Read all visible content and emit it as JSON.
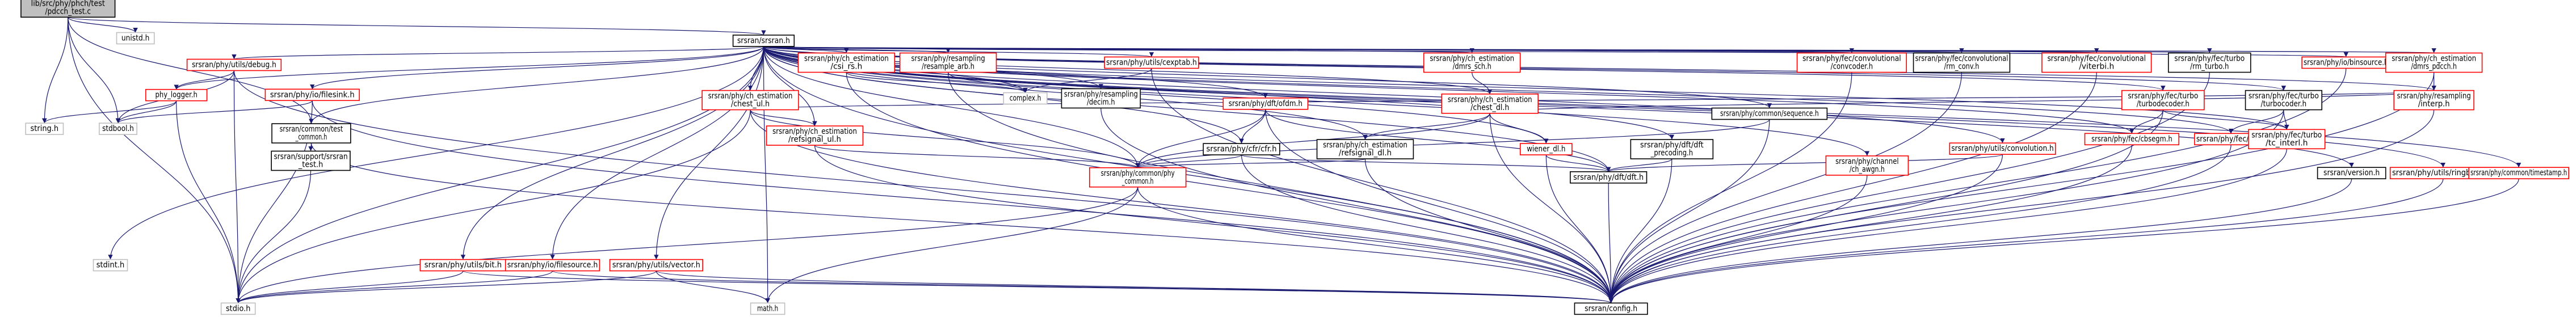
{
  "nodes": [
    {
      "id": "root",
      "lines": [
        "lib/src/phy/phch/test",
        "/pdcch_test.c"
      ],
      "style": "root"
    },
    {
      "id": "srsran",
      "lines": [
        "srsran/srsran.h"
      ],
      "style": "black"
    },
    {
      "id": "unistd",
      "lines": [
        "unistd.h"
      ],
      "style": "gray"
    },
    {
      "id": "debug",
      "lines": [
        "srsran/phy/utils/debug.h"
      ],
      "style": "red"
    },
    {
      "id": "phylogger",
      "lines": [
        "phy_logger.h"
      ],
      "style": "red"
    },
    {
      "id": "stringh",
      "lines": [
        "string.h"
      ],
      "style": "gray"
    },
    {
      "id": "stdboolh",
      "lines": [
        "stdbool.h"
      ],
      "style": "gray"
    },
    {
      "id": "filesink",
      "lines": [
        "srsran/phy/io/filesink.h"
      ],
      "style": "red"
    },
    {
      "id": "commontest",
      "lines": [
        "srsran/common/test",
        "_common.h"
      ],
      "style": "black"
    },
    {
      "id": "supporttest",
      "lines": [
        "srsran/support/srsran",
        "_test.h"
      ],
      "style": "black"
    },
    {
      "id": "utilsbit",
      "lines": [
        "srsran/phy/utils/bit.h"
      ],
      "style": "red"
    },
    {
      "id": "filesource",
      "lines": [
        "srsran/phy/io/filesource.h"
      ],
      "style": "red"
    },
    {
      "id": "vector",
      "lines": [
        "srsran/phy/utils/vector.h"
      ],
      "style": "red"
    },
    {
      "id": "stdioh",
      "lines": [
        "stdio.h"
      ],
      "style": "gray"
    },
    {
      "id": "stdinth",
      "lines": [
        "stdint.h"
      ],
      "style": "gray"
    },
    {
      "id": "mathh",
      "lines": [
        "math.h"
      ],
      "style": "gray"
    },
    {
      "id": "chest_csi",
      "lines": [
        "srsran/phy/ch_estimation",
        "/csi_rs.h"
      ],
      "style": "red"
    },
    {
      "id": "chest_ul",
      "lines": [
        "srsran/phy/ch_estimation",
        "/chest_ul.h"
      ],
      "style": "red"
    },
    {
      "id": "refsignal_ul",
      "lines": [
        "srsran/phy/ch_estimation",
        "/refsignal_ul.h"
      ],
      "style": "red"
    },
    {
      "id": "resample_arb",
      "lines": [
        "srsran/phy/resampling",
        "/resample_arb.h"
      ],
      "style": "red"
    },
    {
      "id": "complex",
      "lines": [
        "complex.h"
      ],
      "style": "gray"
    },
    {
      "id": "cexptab",
      "lines": [
        "srsran/phy/utils/cexptab.h"
      ],
      "style": "red"
    },
    {
      "id": "decim",
      "lines": [
        "srsran/phy/resampling",
        "/decim.h"
      ],
      "style": "black"
    },
    {
      "id": "ofdm",
      "lines": [
        "srsran/phy/dft/ofdm.h"
      ],
      "style": "red"
    },
    {
      "id": "cfr",
      "lines": [
        "srsran/phy/cfr/cfr.h"
      ],
      "style": "black"
    },
    {
      "id": "refsignal_dl",
      "lines": [
        "srsran/phy/ch_estimation",
        "/refsignal_dl.h"
      ],
      "style": "black"
    },
    {
      "id": "phy_common",
      "lines": [
        "srsran/phy/common/phy",
        "_common.h"
      ],
      "style": "red"
    },
    {
      "id": "dmrs_sch",
      "lines": [
        "srsran/phy/ch_estimation",
        "/dmrs_sch.h"
      ],
      "style": "red"
    },
    {
      "id": "chest_dl",
      "lines": [
        "srsran/phy/ch_estimation",
        "/chest_dl.h"
      ],
      "style": "red"
    },
    {
      "id": "wiener",
      "lines": [
        "wiener_dl.h"
      ],
      "style": "red"
    },
    {
      "id": "dft_precoding",
      "lines": [
        "srsran/phy/dft/dft",
        "_precoding.h"
      ],
      "style": "black"
    },
    {
      "id": "dft",
      "lines": [
        "srsran/phy/dft/dft.h"
      ],
      "style": "black"
    },
    {
      "id": "sequence",
      "lines": [
        "srsran/phy/common/sequence.h"
      ],
      "style": "black"
    },
    {
      "id": "ch_awgn",
      "lines": [
        "srsran/phy/channel",
        "/ch_awgn.h"
      ],
      "style": "red"
    },
    {
      "id": "convcoder",
      "lines": [
        "srsran/phy/fec/convolutional",
        "/convcoder.h"
      ],
      "style": "red"
    },
    {
      "id": "rm_conv",
      "lines": [
        "srsran/phy/fec/convolutional",
        "/rm_conv.h"
      ],
      "style": "black"
    },
    {
      "id": "convolution",
      "lines": [
        "srsran/phy/utils/convolution.h"
      ],
      "style": "red"
    },
    {
      "id": "viterbi",
      "lines": [
        "srsran/phy/fec/convolutional",
        "/viterbi.h"
      ],
      "style": "red"
    },
    {
      "id": "rm_turbo",
      "lines": [
        "srsran/phy/fec/turbo",
        "/rm_turbo.h"
      ],
      "style": "black"
    },
    {
      "id": "turbodecoder",
      "lines": [
        "srsran/phy/fec/turbo",
        "/turbodecoder.h"
      ],
      "style": "red"
    },
    {
      "id": "cbsegm",
      "lines": [
        "srsran/phy/fec/cbsegm.h"
      ],
      "style": "red"
    },
    {
      "id": "crc",
      "lines": [
        "srsran/phy/fec/crc.h"
      ],
      "style": "red"
    },
    {
      "id": "tc_interl",
      "lines": [
        "srsran/phy/fec/turbo",
        "/tc_interl.h"
      ],
      "style": "red"
    },
    {
      "id": "turbocoder",
      "lines": [
        "srsran/phy/fec/turbo",
        "/turbocoder.h"
      ],
      "style": "black"
    },
    {
      "id": "bitsource",
      "lines": [
        "srsran/phy/io/binsource.h"
      ],
      "style": "red"
    },
    {
      "id": "dmrs_pdcch",
      "lines": [
        "srsran/phy/ch_estimation",
        "/dmrs_pdcch.h"
      ],
      "style": "red"
    },
    {
      "id": "interp",
      "lines": [
        "srsran/phy/resampling",
        "/interp.h"
      ],
      "style": "red"
    },
    {
      "id": "version",
      "lines": [
        "srsran/version.h"
      ],
      "style": "black"
    },
    {
      "id": "ringbuffer",
      "lines": [
        "srsran/phy/utils/ringbuffer.h"
      ],
      "style": "red"
    },
    {
      "id": "timestamp",
      "lines": [
        "srsran/phy/common/timestamp.h"
      ],
      "style": "red"
    },
    {
      "id": "config",
      "lines": [
        "srsran/config.h"
      ],
      "style": "black"
    }
  ],
  "edges": [
    [
      "root",
      "srsran"
    ],
    [
      "root",
      "unistd"
    ],
    [
      "root",
      "stringh"
    ],
    [
      "root",
      "stdboolh"
    ],
    [
      "root",
      "stdioh"
    ],
    [
      "root",
      "commontest"
    ],
    [
      "srsran",
      "debug"
    ],
    [
      "srsran",
      "phylogger"
    ],
    [
      "srsran",
      "filesink"
    ],
    [
      "srsran",
      "commontest"
    ],
    [
      "srsran",
      "utilsbit"
    ],
    [
      "srsran",
      "filesource"
    ],
    [
      "srsran",
      "vector"
    ],
    [
      "srsran",
      "config"
    ],
    [
      "srsran",
      "stdioh"
    ],
    [
      "srsran",
      "stdinth"
    ],
    [
      "srsran",
      "mathh"
    ],
    [
      "srsran",
      "chest_csi"
    ],
    [
      "srsran",
      "chest_ul"
    ],
    [
      "srsran",
      "refsignal_ul"
    ],
    [
      "srsran",
      "resample_arb"
    ],
    [
      "srsran",
      "complex"
    ],
    [
      "srsran",
      "cexptab"
    ],
    [
      "srsran",
      "decim"
    ],
    [
      "srsran",
      "ofdm"
    ],
    [
      "srsran",
      "cfr"
    ],
    [
      "srsran",
      "refsignal_dl"
    ],
    [
      "srsran",
      "phy_common"
    ],
    [
      "srsran",
      "dmrs_sch"
    ],
    [
      "srsran",
      "chest_dl"
    ],
    [
      "srsran",
      "wiener"
    ],
    [
      "srsran",
      "dft_precoding"
    ],
    [
      "srsran",
      "dft"
    ],
    [
      "srsran",
      "sequence"
    ],
    [
      "srsran",
      "ch_awgn"
    ],
    [
      "srsran",
      "convcoder"
    ],
    [
      "srsran",
      "rm_conv"
    ],
    [
      "srsran",
      "convolution"
    ],
    [
      "srsran",
      "viterbi"
    ],
    [
      "srsran",
      "rm_turbo"
    ],
    [
      "srsran",
      "turbodecoder"
    ],
    [
      "srsran",
      "cbsegm"
    ],
    [
      "srsran",
      "crc"
    ],
    [
      "srsran",
      "tc_interl"
    ],
    [
      "srsran",
      "turbocoder"
    ],
    [
      "srsran",
      "bitsource"
    ],
    [
      "srsran",
      "dmrs_pdcch"
    ],
    [
      "srsran",
      "interp"
    ],
    [
      "srsran",
      "version"
    ],
    [
      "srsran",
      "ringbuffer"
    ],
    [
      "srsran",
      "timestamp"
    ],
    [
      "debug",
      "phylogger"
    ],
    [
      "debug",
      "stdioh"
    ],
    [
      "debug",
      "stdboolh"
    ],
    [
      "debug",
      "config"
    ],
    [
      "phylogger",
      "stdioh"
    ],
    [
      "phylogger",
      "stringh"
    ],
    [
      "phylogger",
      "stdboolh"
    ],
    [
      "filesink",
      "stdioh"
    ],
    [
      "filesink",
      "stdboolh"
    ],
    [
      "filesink",
      "config"
    ],
    [
      "commontest",
      "supporttest"
    ],
    [
      "commontest",
      "config"
    ],
    [
      "supporttest",
      "stdioh"
    ],
    [
      "utilsbit",
      "stdioh"
    ],
    [
      "utilsbit",
      "config"
    ],
    [
      "filesource",
      "stdioh"
    ],
    [
      "filesource",
      "config"
    ],
    [
      "vector",
      "stdioh"
    ],
    [
      "vector",
      "mathh"
    ],
    [
      "vector",
      "config"
    ],
    [
      "chest_csi",
      "complex"
    ],
    [
      "chest_csi",
      "config"
    ],
    [
      "chest_ul",
      "refsignal_ul"
    ],
    [
      "chest_ul",
      "stdioh"
    ],
    [
      "chest_ul",
      "config"
    ],
    [
      "chest_ul",
      "phy_common"
    ],
    [
      "chest_ul",
      "interp"
    ],
    [
      "refsignal_ul",
      "phy_common"
    ],
    [
      "refsignal_ul",
      "config"
    ],
    [
      "resample_arb",
      "complex"
    ],
    [
      "resample_arb",
      "config"
    ],
    [
      "cexptab",
      "complex"
    ],
    [
      "cexptab",
      "config"
    ],
    [
      "decim",
      "config"
    ],
    [
      "ofdm",
      "cfr"
    ],
    [
      "ofdm",
      "dft"
    ],
    [
      "ofdm",
      "phy_common"
    ],
    [
      "ofdm",
      "config"
    ],
    [
      "cfr",
      "dft"
    ],
    [
      "cfr",
      "phy_common"
    ],
    [
      "cfr",
      "config"
    ],
    [
      "refsignal_dl",
      "phy_common"
    ],
    [
      "refsignal_dl",
      "config"
    ],
    [
      "phy_common",
      "stdioh"
    ],
    [
      "phy_common",
      "mathh"
    ],
    [
      "phy_common",
      "config"
    ],
    [
      "dmrs_sch",
      "chest_dl"
    ],
    [
      "chest_dl",
      "refsignal_dl"
    ],
    [
      "chest_dl",
      "wiener"
    ],
    [
      "chest_dl",
      "interp"
    ],
    [
      "chest_dl",
      "phy_common"
    ],
    [
      "chest_dl",
      "config"
    ],
    [
      "wiener",
      "dft"
    ],
    [
      "wiener",
      "config"
    ],
    [
      "dft_precoding",
      "dft"
    ],
    [
      "dft_precoding",
      "config"
    ],
    [
      "dft",
      "config"
    ],
    [
      "sequence",
      "phy_common"
    ],
    [
      "sequence",
      "config"
    ],
    [
      "ch_awgn",
      "config"
    ],
    [
      "convcoder",
      "config"
    ],
    [
      "rm_conv",
      "config"
    ],
    [
      "convolution",
      "dft"
    ],
    [
      "convolution",
      "config"
    ],
    [
      "viterbi",
      "config"
    ],
    [
      "rm_turbo",
      "config"
    ],
    [
      "turbodecoder",
      "cbsegm"
    ],
    [
      "turbodecoder",
      "tc_interl"
    ],
    [
      "turbodecoder",
      "config"
    ],
    [
      "cbsegm",
      "config"
    ],
    [
      "crc",
      "config"
    ],
    [
      "tc_interl",
      "config"
    ],
    [
      "turbocoder",
      "crc"
    ],
    [
      "turbocoder",
      "tc_interl"
    ],
    [
      "turbocoder",
      "config"
    ],
    [
      "bitsource",
      "config"
    ],
    [
      "dmrs_pdcch",
      "interp"
    ],
    [
      "dmrs_pdcch",
      "config"
    ],
    [
      "interp",
      "config"
    ],
    [
      "version",
      "config"
    ],
    [
      "ringbuffer",
      "config"
    ],
    [
      "timestamp",
      "config"
    ]
  ],
  "colors": {
    "edge": "#191970",
    "red_border": "#ff0000",
    "gray_border": "#bfbfbf",
    "root_fill": "#bfbfbf"
  }
}
